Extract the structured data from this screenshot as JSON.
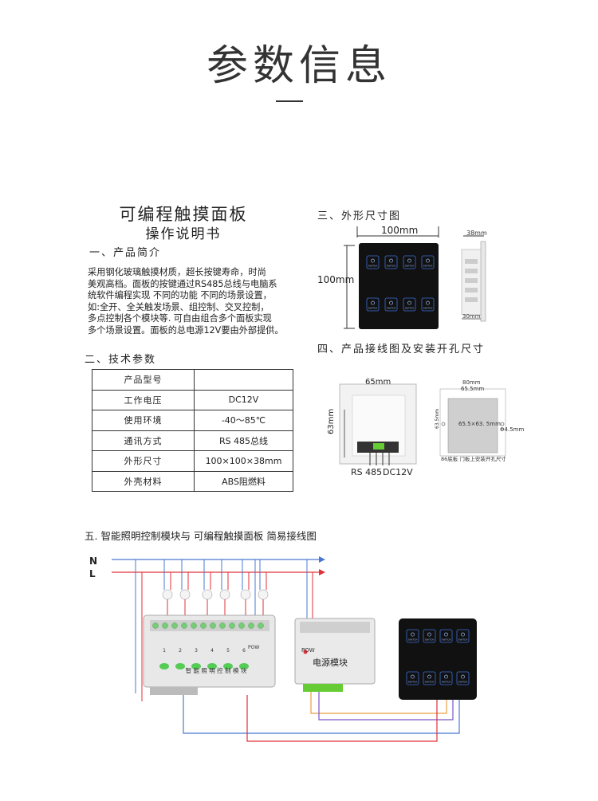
{
  "header": {
    "title": "参数信息"
  },
  "product": {
    "name": "可编程触摸面板",
    "subtitle": "操作说明书"
  },
  "sections": {
    "intro": "一、产品简介",
    "specs": "二、技术参数",
    "shape": "三、外形尺寸图",
    "wiring": "四、产品接线图及安装开孔尺寸",
    "diagram": "五. 智能照明控制模块与 可编程触摸面板 简易接线图"
  },
  "intro_lines": [
    "采用钢化玻璃触摸材质，超长按键寿命，时尚",
    "美观高档。面板的按键通过RS485总线与电脑系",
    "统软件编程实现 不同的功能 不同的场景设置，",
    "如:全开、全关触发场景、组控制、交叉控制，",
    "多点控制各个模块等. 可自由组合多个面板实现",
    "多个场景设置。面板的总电源12V要由外部提供。"
  ],
  "spec_table": [
    {
      "key": "产品型号",
      "value": ""
    },
    {
      "key": "工作电压",
      "value": "DC12V"
    },
    {
      "key": "使用环境",
      "value": "-40～85℃"
    },
    {
      "key": "通讯方式",
      "value": "RS 485总线"
    },
    {
      "key": "外形尺寸",
      "value": "100×100×38mm"
    },
    {
      "key": "外壳材料",
      "value": "ABS阻燃料"
    }
  ],
  "dimensions": {
    "front_width": "100mm",
    "front_height": "100mm",
    "side_depth": "38mm",
    "side_bottom": "30mm",
    "back_width": "65mm",
    "back_height": "63mm",
    "terminal_left": "RS 485",
    "terminal_right": "DC12V",
    "cutout_outer": "80mm",
    "cutout_inner": "65.5mm",
    "cutout_center": "65.5×63. 5mm",
    "cutout_side": "63.5mm",
    "cutout_hole": "Φ4.5mm",
    "cutout_note": "86底板 门板上安装开孔尺寸"
  },
  "key_label": "SWITCH",
  "diagram": {
    "line_n": "N",
    "line_l": "L",
    "channels": [
      "1",
      "2",
      "3",
      "4",
      "5",
      "6"
    ],
    "pow": "POW",
    "module_label": "智 能 照 明 控 制 模 块",
    "power_pow": "POW",
    "power_label": "电源模块"
  },
  "colors": {
    "wire_red": "#e0303a",
    "wire_blue": "#4a78d0",
    "wire_orange": "#e8a040",
    "wire_purple": "#7a56c8",
    "panel_black": "#111111",
    "key_blue": "#3d6fd8"
  }
}
